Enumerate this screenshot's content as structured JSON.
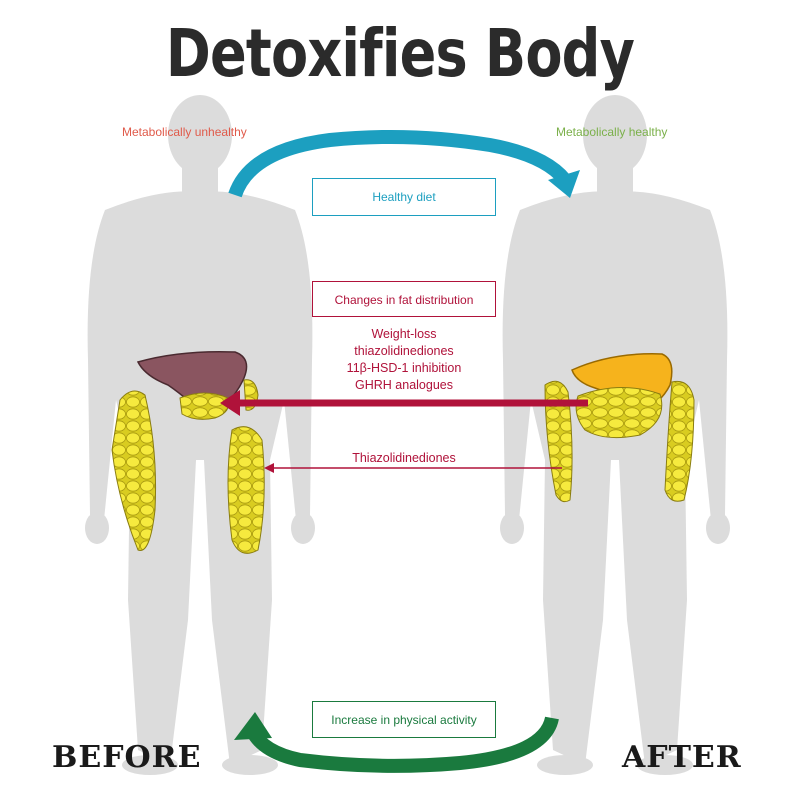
{
  "title": "Detoxifies Body",
  "left_state_label": "Metabolically unhealthy",
  "right_state_label": "Metabolically healthy",
  "boxes": {
    "healthy_diet": "Healthy diet",
    "fat_distribution": "Changes in fat distribution",
    "physical_activity": "Increase in physical activity"
  },
  "treatments": [
    "Weight-loss",
    "thiazolidinediones",
    "11β-HSD-1 inhibition",
    "GHRH analogues"
  ],
  "thiazolidinediones_label": "Thiazolidinediones",
  "before_label": "BEFORE",
  "after_label": "AFTER",
  "colors": {
    "title": "#2b2b2b",
    "unhealthy": "#e05a4a",
    "healthy": "#7bb04a",
    "diet_arrow": "#1c9fc0",
    "activity_arrow": "#1a7a3e",
    "crimson": "#b0123a",
    "body": "#dcdcdc",
    "fat": "#f4e84a",
    "liver_unhealthy": "#8a5560",
    "liver_healthy": "#f6b31c"
  }
}
